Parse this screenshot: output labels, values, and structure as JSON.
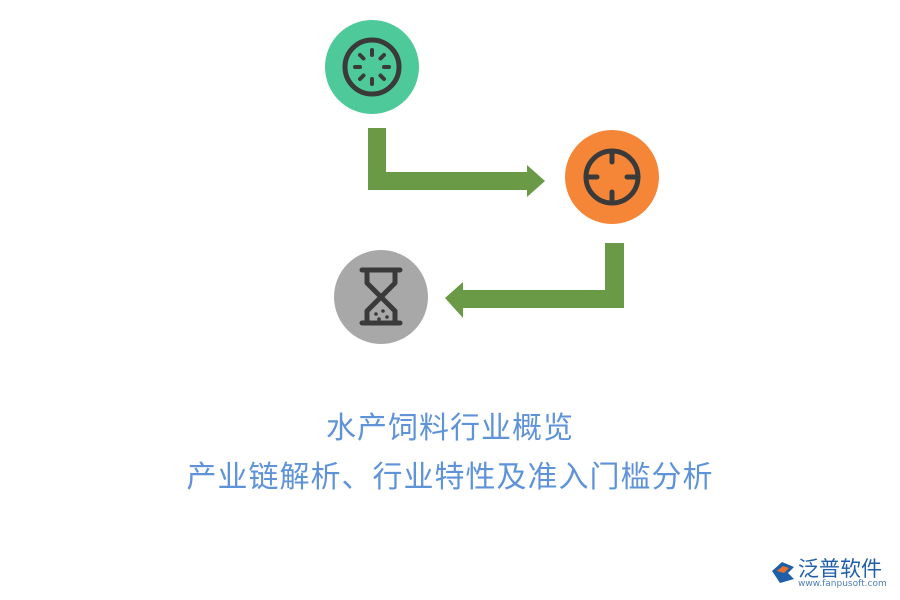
{
  "colors": {
    "arrow": "#6a9a45",
    "node_green": "#4ec99a",
    "node_orange": "#f58637",
    "node_gray": "#a8a8a8",
    "icon_stroke": "#3a3a3a",
    "title": "#5f93d8",
    "logo": "#1f5fa8"
  },
  "nodes": [
    {
      "icon": "dial-icon",
      "color": "green"
    },
    {
      "icon": "crosshair-icon",
      "color": "orange"
    },
    {
      "icon": "hourglass-icon",
      "color": "gray"
    }
  ],
  "titles": {
    "line1": "水产饲料行业概览",
    "line2": "产业链解析、行业特性及准入门槛分析"
  },
  "logo": {
    "name": "泛普软件",
    "url": "www.fanpusoft.com"
  }
}
